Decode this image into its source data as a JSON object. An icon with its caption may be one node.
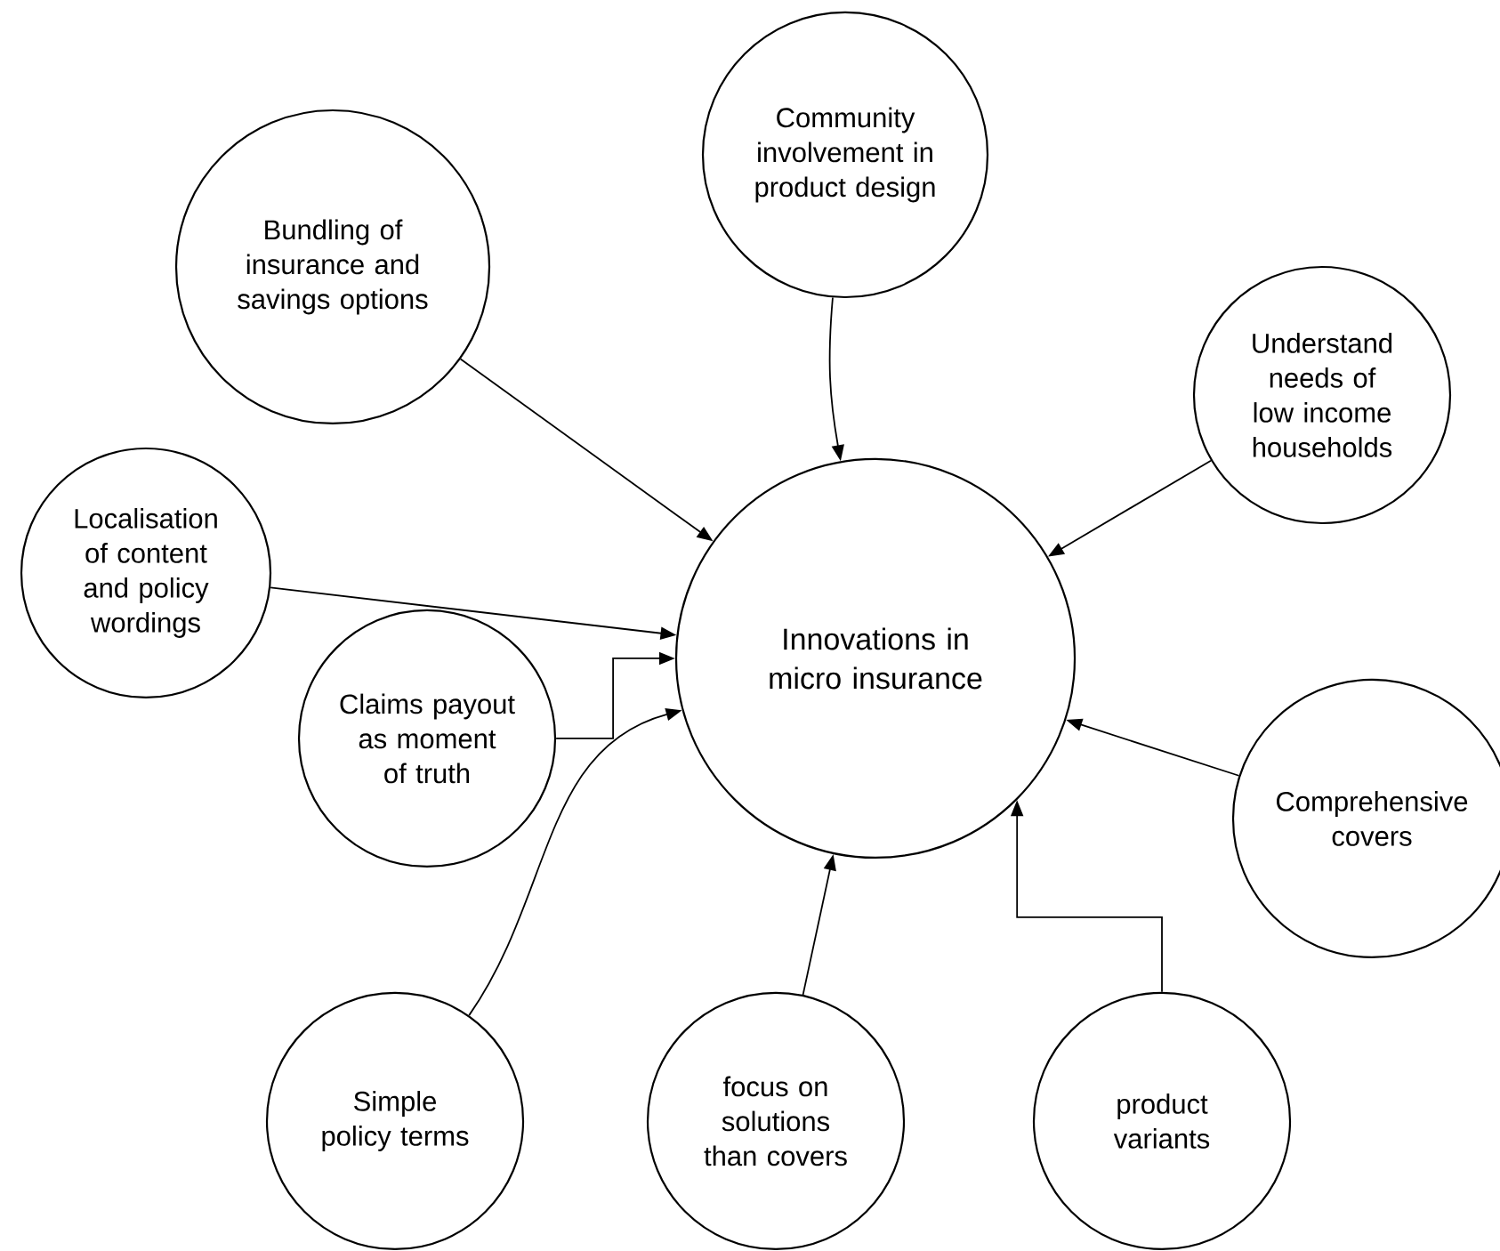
{
  "diagram": {
    "nodes": [
      {
        "text": [
          "Community involvement in product design"
        ]
      },
      {
        "text": [
          "Bundling of insurance and savings options"
        ]
      },
      {
        "text": [
          "Understand needs of low income households"
        ]
      },
      {
        "text": [
          "Localisation of content and policy wordings"
        ]
      },
      {
        "text": [
          "Innovations in micro insurance"
        ]
      },
      {
        "text": [
          "Claims payout as moment of truth"
        ]
      },
      {
        "text": [
          "Comprehensive covers"
        ]
      },
      {
        "text": [
          "Simple policy terms"
        ]
      },
      {
        "text": [
          "focus on solutions than covers"
        ]
      },
      {
        "text": [
          "product variants"
        ]
      }
    ],
    "edges": [
      {
        "from": 0,
        "to": 4,
        "arrow": "to"
      },
      {
        "from": 1,
        "to": 4,
        "arrow": "to"
      },
      {
        "from": 2,
        "to": 4,
        "arrow": "to"
      },
      {
        "from": 3,
        "to": 4,
        "arrow": "to"
      },
      {
        "from": 5,
        "to": 4,
        "arrow": "to"
      },
      {
        "from": 6,
        "to": 4,
        "arrow": "to"
      },
      {
        "from": 7,
        "to": 4,
        "arrow": "to"
      },
      {
        "from": 8,
        "to": 4,
        "arrow": "to"
      },
      {
        "from": 9,
        "to": 4,
        "arrow": "to"
      }
    ]
  }
}
